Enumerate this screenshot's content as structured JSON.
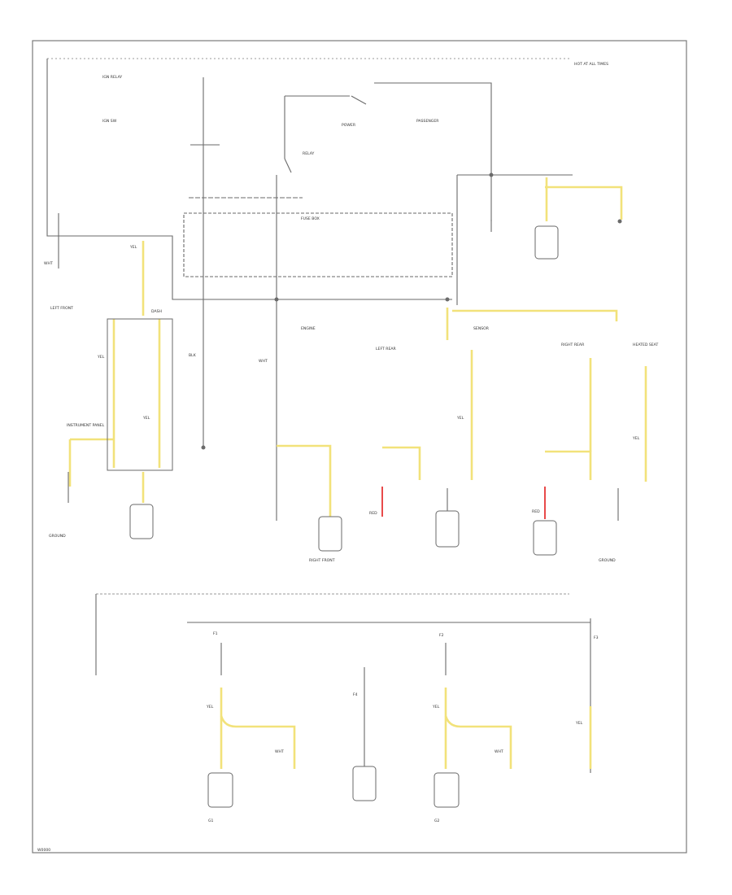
{
  "colors": {
    "wire_black": "#6a6a6a",
    "wire_yellow": "#f2e27a",
    "wire_yellow_edge": "#d8b64a",
    "wire_red": "#e84a4a",
    "border": "#7a7a7a",
    "connector_body": "#ffffff"
  },
  "labels": {
    "hot_at_all_times": "HOT AT ALL TIMES",
    "ignition_relay": "IGN RELAY",
    "ign_switch": "IGN SW",
    "fuse_box": "FUSE BOX",
    "left_front": "LEFT FRONT",
    "right_front": "RIGHT FRONT",
    "passenger": "PASSENGER",
    "dash": "DASH",
    "engine": "ENGINE",
    "left_rear": "LEFT REAR",
    "right_rear": "RIGHT REAR",
    "heated_seat": "HEATED SEAT",
    "instrument_panel": "INSTRUMENT PANEL",
    "ground": "GROUND",
    "power": "POWER",
    "sensor": "SENSOR",
    "relay": "RELAY",
    "wht": "WHT",
    "blk": "BLK",
    "yel": "YEL",
    "red": "RED",
    "f1": "F1",
    "f2": "F2",
    "f3": "F3",
    "f4": "F4",
    "g1": "G1",
    "g2": "G2",
    "footer_code": "W0000"
  }
}
